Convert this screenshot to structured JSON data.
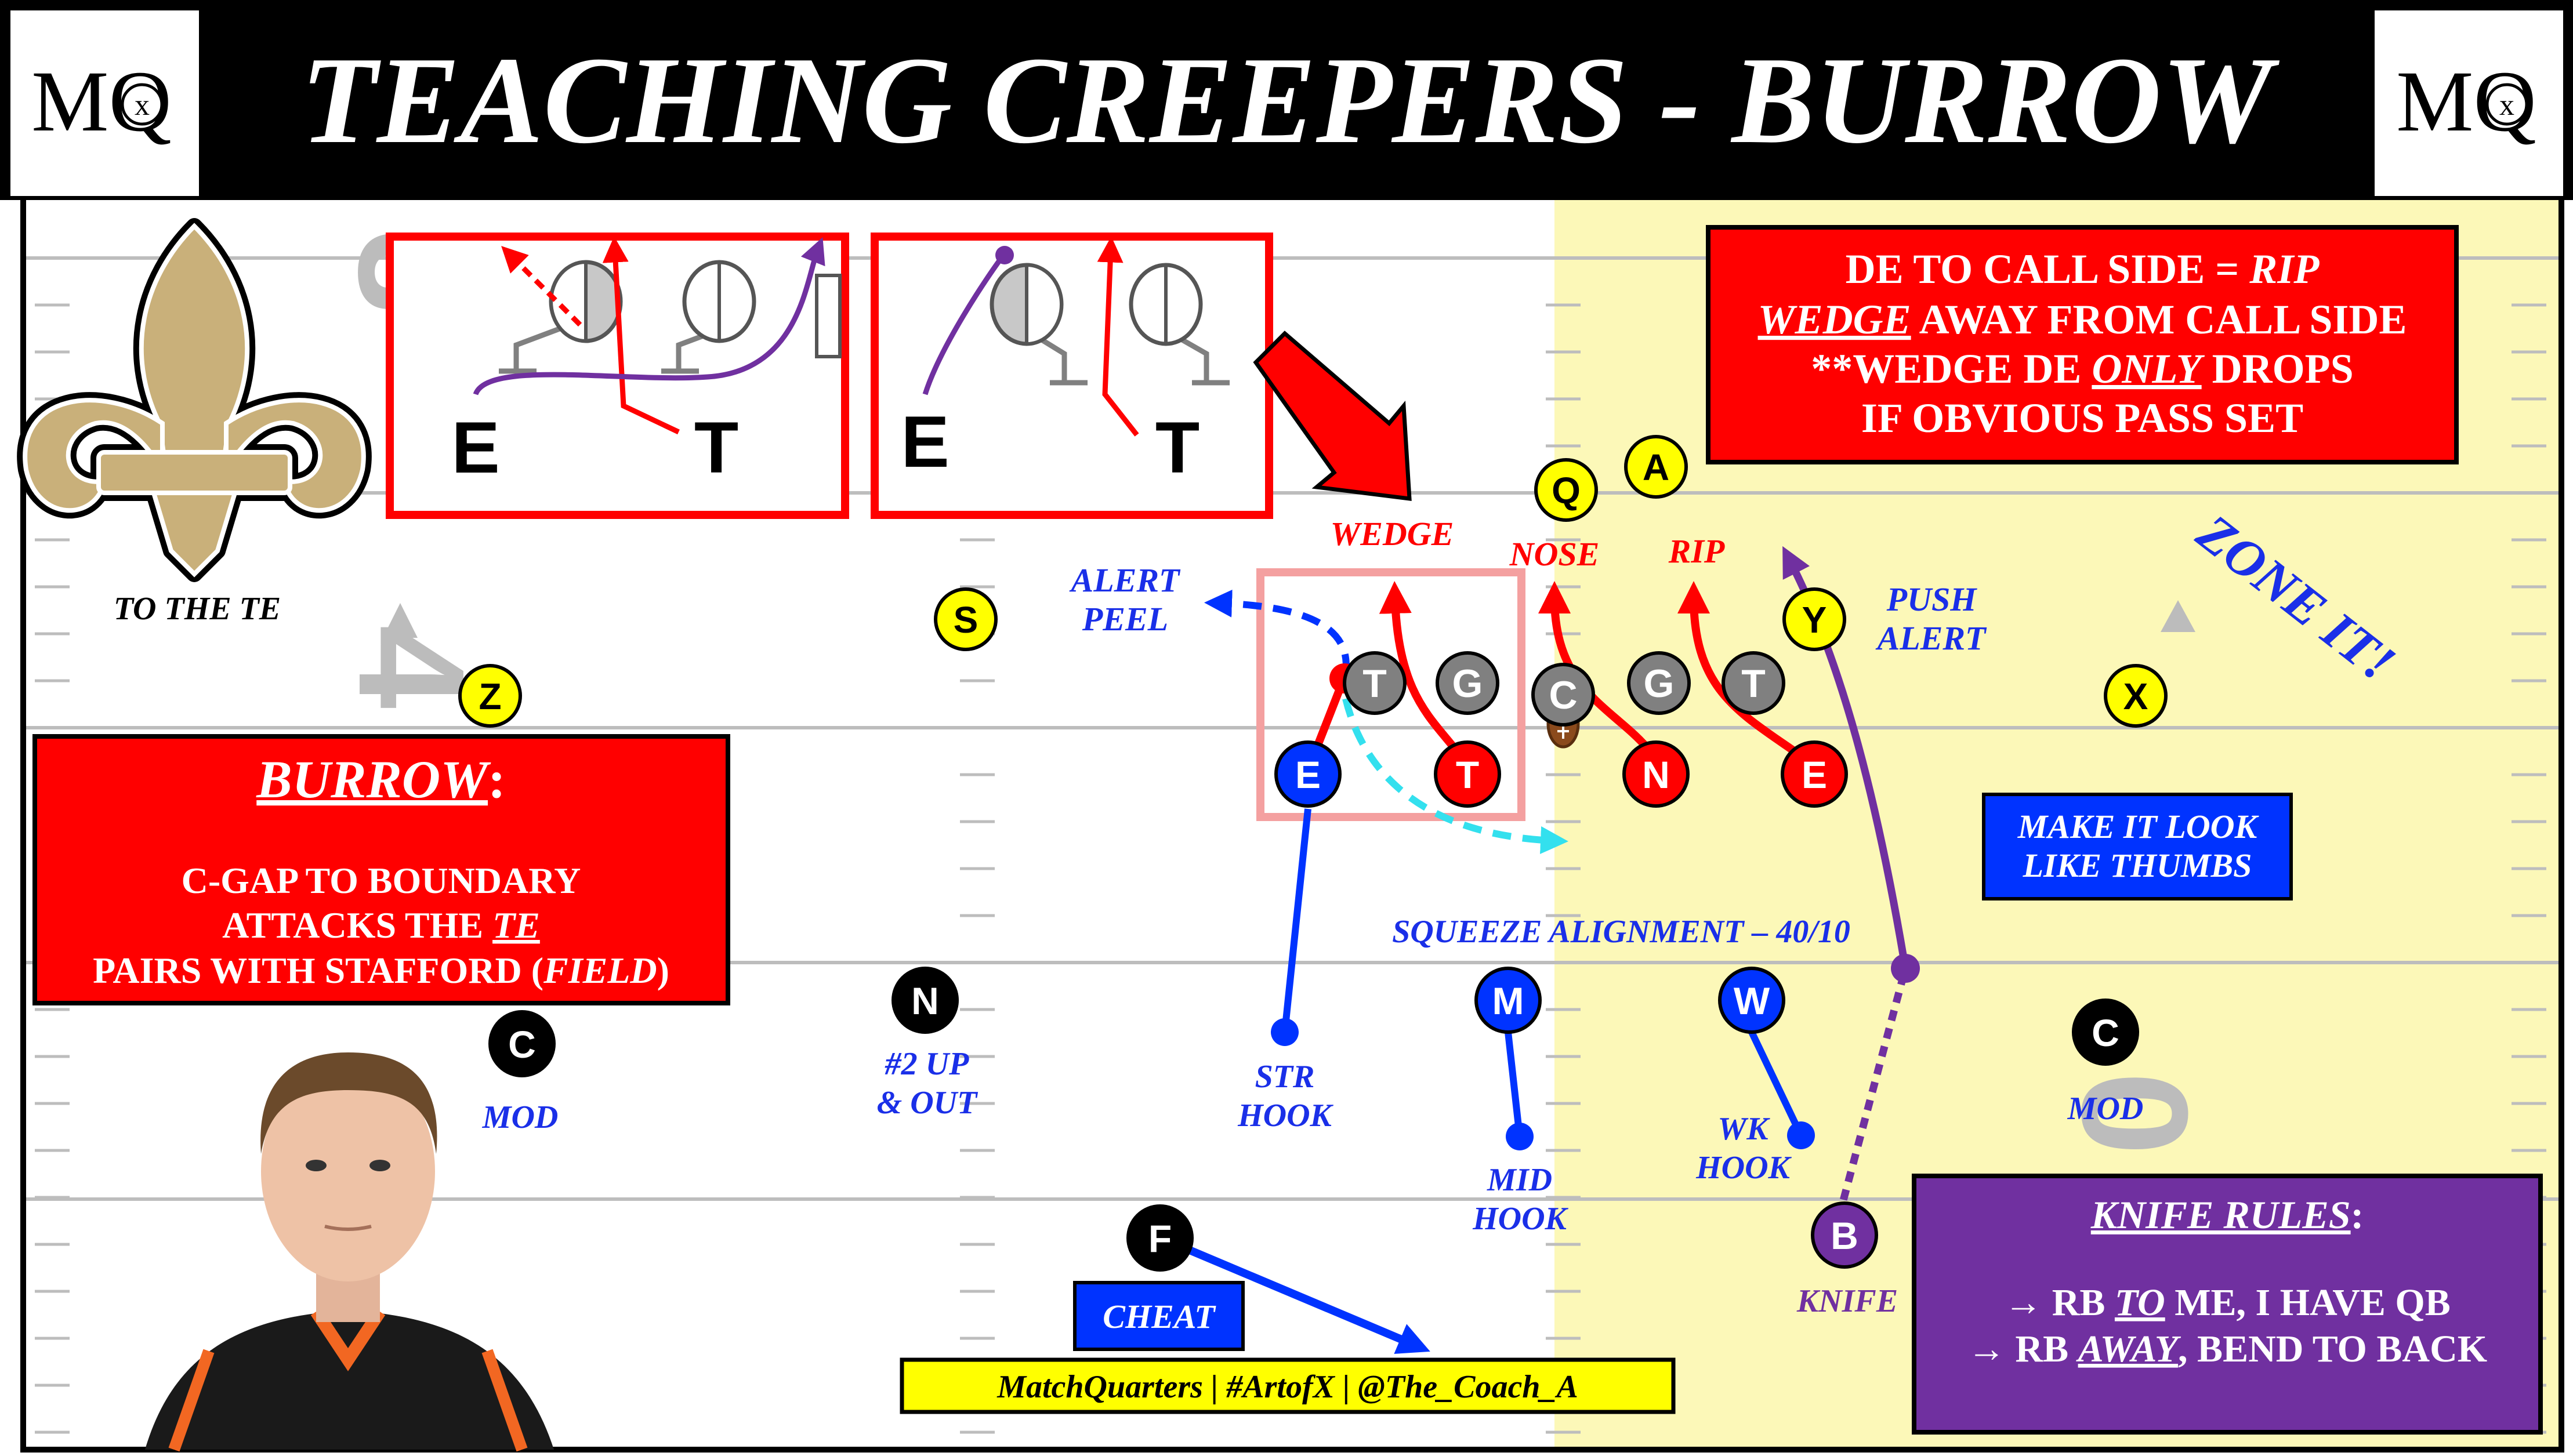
{
  "header": {
    "title": "TEACHING CREEPERS - BURROW",
    "logo_text": "MQ",
    "logo_x": "x"
  },
  "team": {
    "caption": "TO THE TE"
  },
  "yard_numbers": {
    "left_top": "3",
    "left_bottom": "4",
    "right_top": "1",
    "right_bottom": "0"
  },
  "insets": {
    "left": {
      "e_label": "E",
      "t_label": "T"
    },
    "right": {
      "e_label": "E",
      "t_label": "T"
    }
  },
  "call_box": {
    "line1_pre": "DE TO CALL SIDE = ",
    "line1_em": "RIP",
    "line2_em": "WEDGE",
    "line2_post": " AWAY FROM CALL SIDE",
    "line3_pre": "**WEDGE DE ",
    "line3_em": "ONLY",
    "line3_post": " DROPS",
    "line4": "IF OBVIOUS PASS SET"
  },
  "burrow_box": {
    "title": "BURROW",
    "title_suffix": ":",
    "line1": "C-GAP TO BOUNDARY",
    "line2_pre": "ATTACKS THE ",
    "line2_em": "TE",
    "line3_pre": "PAIRS WITH STAFFORD (",
    "line3_em": "FIELD",
    "line3_post": ")"
  },
  "knife_box": {
    "title": "KNIFE RULES",
    "title_suffix": ":",
    "line1_pre": "→  RB ",
    "line1_em": "TO",
    "line1_post": " ME, I HAVE QB",
    "line2_pre": "→  RB ",
    "line2_em": "AWAY",
    "line2_post": ", BEND TO BACK"
  },
  "offense": [
    {
      "id": "Q",
      "label": "Q"
    },
    {
      "id": "A",
      "label": "A"
    },
    {
      "id": "S",
      "label": "S"
    },
    {
      "id": "Y",
      "label": "Y"
    },
    {
      "id": "Z",
      "label": "Z"
    },
    {
      "id": "X",
      "label": "X"
    }
  ],
  "oline": [
    {
      "id": "lt",
      "label": "T"
    },
    {
      "id": "lg",
      "label": "G"
    },
    {
      "id": "c",
      "label": "C"
    },
    {
      "id": "rg",
      "label": "G"
    },
    {
      "id": "rt",
      "label": "T"
    }
  ],
  "defense": [
    {
      "id": "de-left",
      "label": "E"
    },
    {
      "id": "dt",
      "label": "T"
    },
    {
      "id": "nose",
      "label": "N"
    },
    {
      "id": "de-right",
      "label": "E"
    },
    {
      "id": "m",
      "label": "M"
    },
    {
      "id": "w",
      "label": "W"
    },
    {
      "id": "n",
      "label": "N"
    },
    {
      "id": "c-left",
      "label": "C"
    },
    {
      "id": "c-right",
      "label": "C"
    },
    {
      "id": "f",
      "label": "F"
    },
    {
      "id": "b",
      "label": "B"
    }
  ],
  "labels": {
    "wedge": "WEDGE",
    "nose": "NOSE",
    "rip": "RIP",
    "alert_peel_1": "ALERT",
    "alert_peel_2": "PEEL",
    "push_alert_1": "PUSH",
    "push_alert_2": "ALERT",
    "zone_it": "ZONE IT!",
    "thumbs_1": "MAKE IT LOOK",
    "thumbs_2": "LIKE THUMBS",
    "squeeze": "SQUEEZE ALIGNMENT – 40/10",
    "n_note_1": "#2 UP",
    "n_note_2": "& OUT",
    "mod_left": "MOD",
    "mod_right": "MOD",
    "str_hook_1": "STR",
    "str_hook_2": "HOOK",
    "mid_hook_1": "MID",
    "mid_hook_2": "HOOK",
    "wk_hook_1": "WK",
    "wk_hook_2": "HOOK",
    "knife": "KNIFE",
    "cheat": "CHEAT"
  },
  "footer": {
    "credit": "MatchQuarters | #ArtofX | @The_Coach_A"
  },
  "colors": {
    "red": "#ff0000",
    "blue": "#0033ff",
    "blue_label": "#1a2fe8",
    "yellow_player": "#ffff00",
    "purple": "#7030a0",
    "cyan": "#33e0ee",
    "field_yellow": "#fcf8b8",
    "gray": "#808080"
  }
}
